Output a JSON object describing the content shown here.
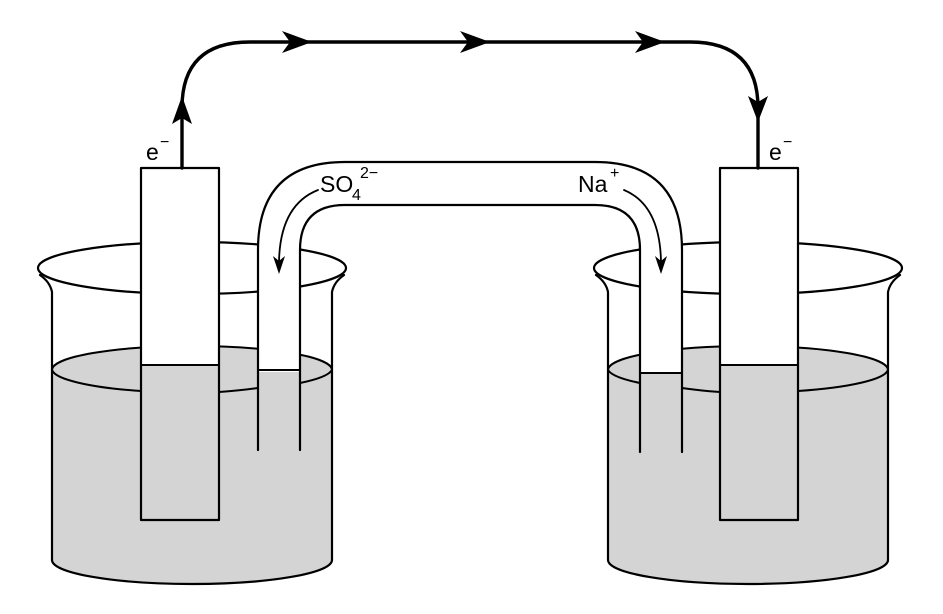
{
  "labels": {
    "left_electron": {
      "base": "e",
      "sup": "−"
    },
    "right_electron": {
      "base": "e",
      "sup": "−"
    },
    "sulfate_ion": {
      "base": "SO",
      "sub": "4",
      "sup": "2−"
    },
    "sodium_ion": {
      "base": "Na",
      "sup": "+"
    }
  },
  "colors": {
    "solution": "#d4d4d4",
    "line": "#000000",
    "background": "#ffffff"
  }
}
